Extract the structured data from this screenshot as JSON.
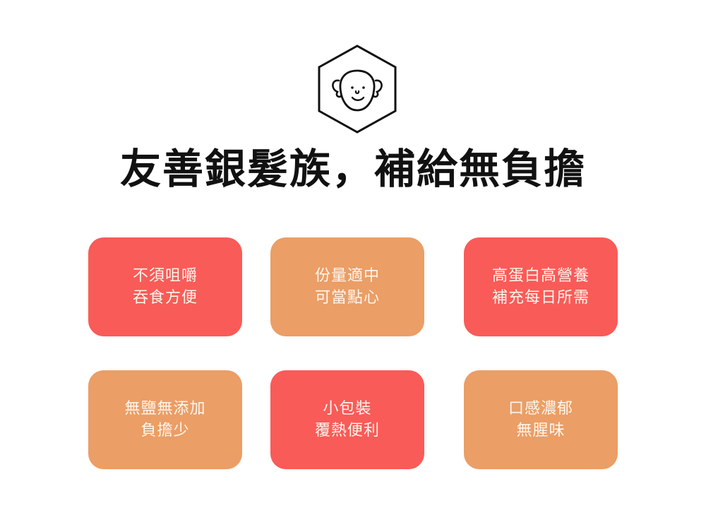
{
  "logo": {
    "icon": "elder-face-hexagon-icon"
  },
  "title": "友善銀髮族，補給無負擔",
  "colors": {
    "red": "#f95b58",
    "orange": "#eb9e66",
    "text_light": "#fff6ee",
    "title": "#111111"
  },
  "cards": [
    {
      "line1": "不須咀嚼",
      "line2": "吞食方便",
      "color": "red"
    },
    {
      "line1": "份量適中",
      "line2": "可當點心",
      "color": "orange"
    },
    {
      "line1": "高蛋白高營養",
      "line2": "補充每日所需",
      "color": "red"
    },
    {
      "line1": "無鹽無添加",
      "line2": "負擔少",
      "color": "orange"
    },
    {
      "line1": "小包裝",
      "line2": "覆熱便利",
      "color": "red"
    },
    {
      "line1": "口感濃郁",
      "line2": "無腥味",
      "color": "orange"
    }
  ]
}
